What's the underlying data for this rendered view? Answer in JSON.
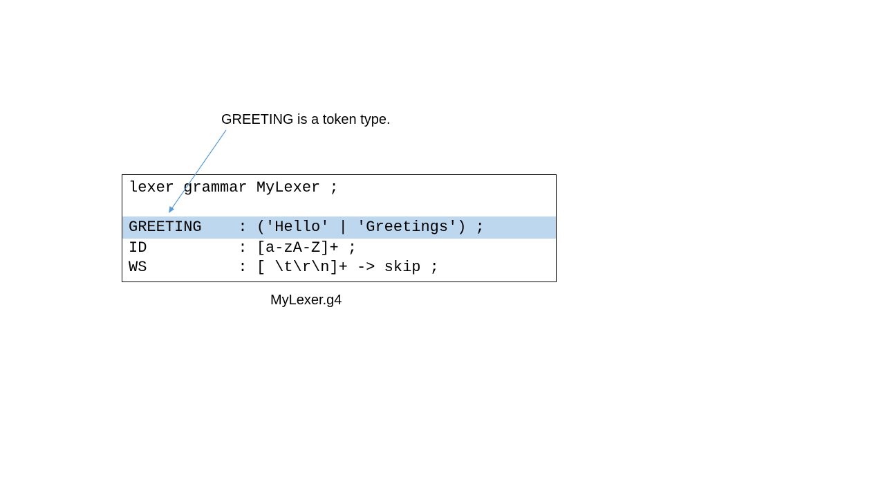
{
  "annotation": {
    "text": "GREETING is a token type.",
    "arrow_color": "#5b9bd5"
  },
  "code": {
    "lines": [
      {
        "text": "lexer grammar MyLexer ;",
        "highlighted": false
      },
      {
        "text": "",
        "highlighted": false
      },
      {
        "text": "GREETING    : ('Hello' | 'Greetings') ;",
        "highlighted": true
      },
      {
        "text": "ID          : [a-zA-Z]+ ;",
        "highlighted": false
      },
      {
        "text": "WS          : [ \\t\\r\\n]+ -> skip ;",
        "highlighted": false
      }
    ],
    "highlight_color": "#bdd7ee"
  },
  "caption": {
    "text": "MyLexer.g4"
  }
}
